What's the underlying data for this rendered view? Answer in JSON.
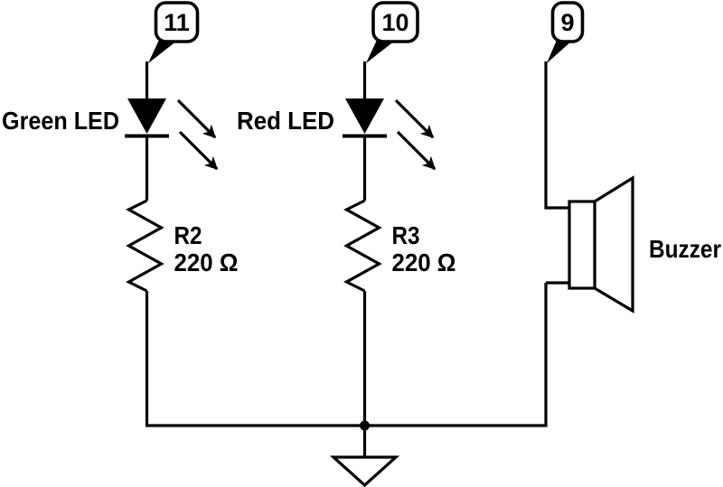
{
  "colors": {
    "line": "#000000",
    "background": "#ffffff"
  },
  "pins": [
    {
      "label": "11"
    },
    {
      "label": "10"
    },
    {
      "label": "9"
    }
  ],
  "components": {
    "green_led": {
      "label": "Green LED"
    },
    "red_led": {
      "label": "Red LED"
    },
    "resistor_r2": {
      "name": "R2",
      "value": "220 Ω"
    },
    "resistor_r3": {
      "name": "R3",
      "value": "220 Ω"
    },
    "buzzer": {
      "label": "Buzzer"
    }
  }
}
